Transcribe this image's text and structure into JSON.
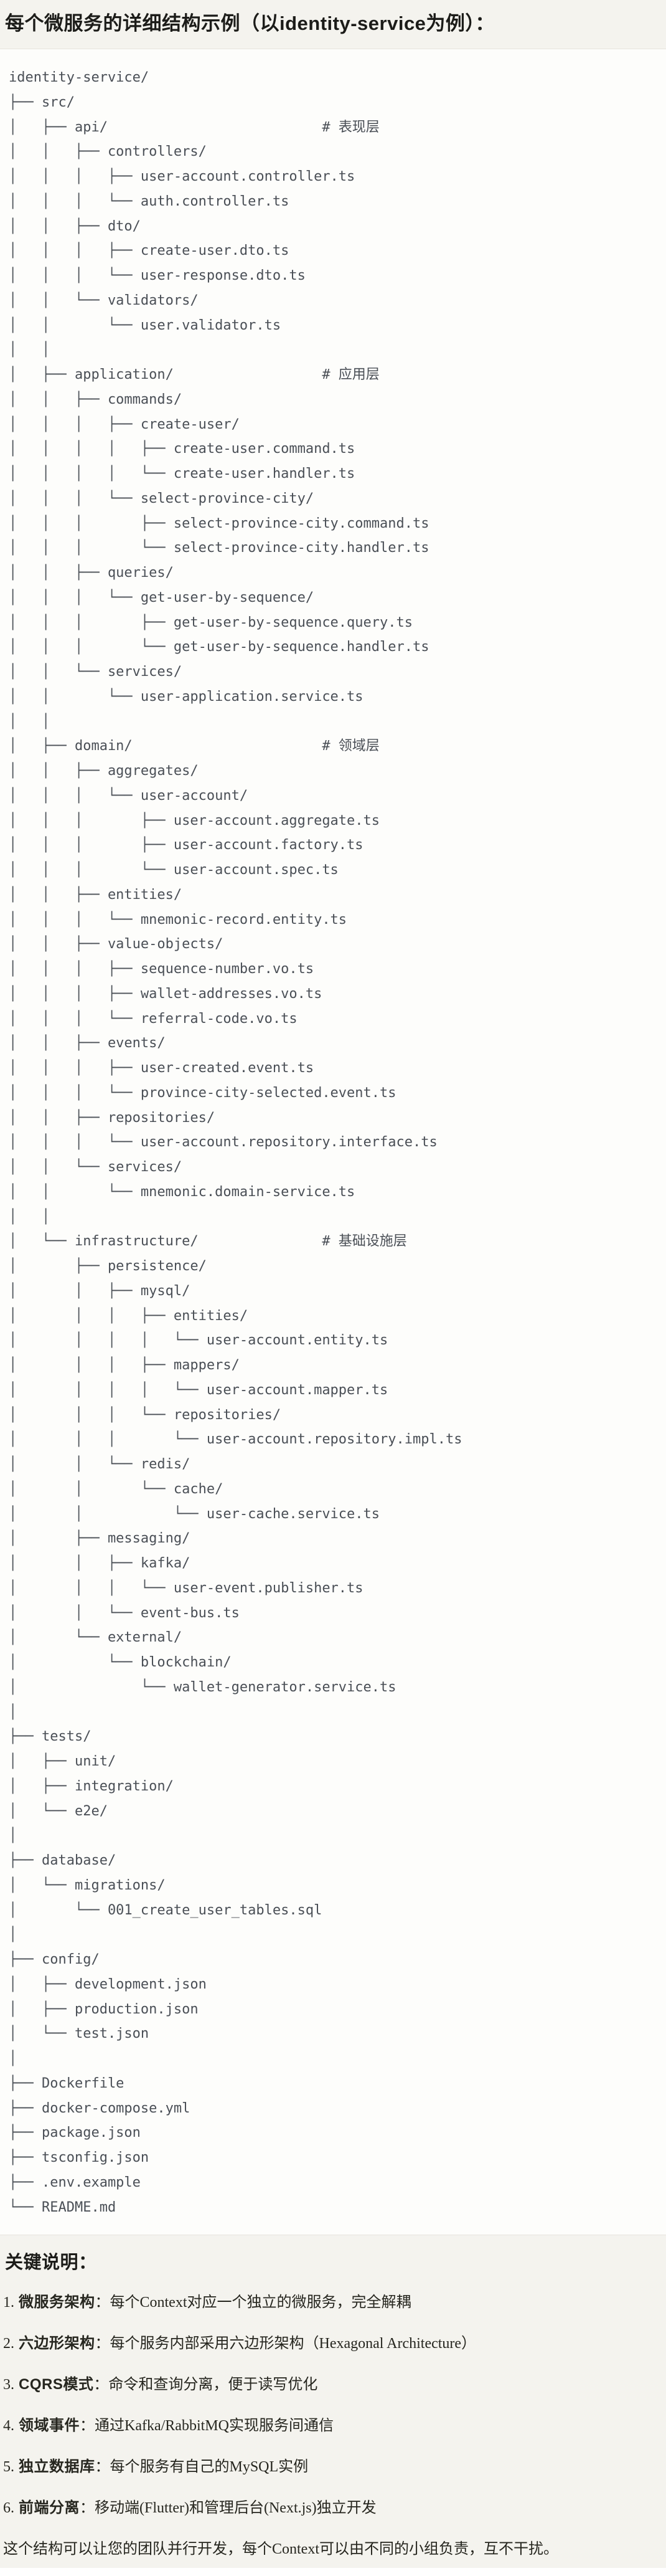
{
  "page": {
    "title": "每个微服务的详细结构示例（以identity-service为例）：",
    "background_color": "#f4f3ee"
  },
  "code_block": {
    "background_color": "#fdfdfb",
    "border_color": "#e6e4dd",
    "text_color": "#4a4f56",
    "language": "plaintext-tree",
    "lines": [
      "identity-service/",
      "├── src/",
      "│   ├── api/                          # 表现层",
      "│   │   ├── controllers/",
      "│   │   │   ├── user-account.controller.ts",
      "│   │   │   └── auth.controller.ts",
      "│   │   ├── dto/",
      "│   │   │   ├── create-user.dto.ts",
      "│   │   │   └── user-response.dto.ts",
      "│   │   └── validators/",
      "│   │       └── user.validator.ts",
      "│   │",
      "│   ├── application/                  # 应用层",
      "│   │   ├── commands/",
      "│   │   │   ├── create-user/",
      "│   │   │   │   ├── create-user.command.ts",
      "│   │   │   │   └── create-user.handler.ts",
      "│   │   │   └── select-province-city/",
      "│   │   │       ├── select-province-city.command.ts",
      "│   │   │       └── select-province-city.handler.ts",
      "│   │   ├── queries/",
      "│   │   │   └── get-user-by-sequence/",
      "│   │   │       ├── get-user-by-sequence.query.ts",
      "│   │   │       └── get-user-by-sequence.handler.ts",
      "│   │   └── services/",
      "│   │       └── user-application.service.ts",
      "│   │",
      "│   ├── domain/                       # 领域层",
      "│   │   ├── aggregates/",
      "│   │   │   └── user-account/",
      "│   │   │       ├── user-account.aggregate.ts",
      "│   │   │       ├── user-account.factory.ts",
      "│   │   │       └── user-account.spec.ts",
      "│   │   ├── entities/",
      "│   │   │   └── mnemonic-record.entity.ts",
      "│   │   ├── value-objects/",
      "│   │   │   ├── sequence-number.vo.ts",
      "│   │   │   ├── wallet-addresses.vo.ts",
      "│   │   │   └── referral-code.vo.ts",
      "│   │   ├── events/",
      "│   │   │   ├── user-created.event.ts",
      "│   │   │   └── province-city-selected.event.ts",
      "│   │   ├── repositories/",
      "│   │   │   └── user-account.repository.interface.ts",
      "│   │   └── services/",
      "│   │       └── mnemonic.domain-service.ts",
      "│   │",
      "│   └── infrastructure/               # 基础设施层",
      "│       ├── persistence/",
      "│       │   ├── mysql/",
      "│       │   │   ├── entities/",
      "│       │   │   │   └── user-account.entity.ts",
      "│       │   │   ├── mappers/",
      "│       │   │   │   └── user-account.mapper.ts",
      "│       │   │   └── repositories/",
      "│       │   │       └── user-account.repository.impl.ts",
      "│       │   └── redis/",
      "│       │       └── cache/",
      "│       │           └── user-cache.service.ts",
      "│       ├── messaging/",
      "│       │   ├── kafka/",
      "│       │   │   └── user-event.publisher.ts",
      "│       │   └── event-bus.ts",
      "│       └── external/",
      "│           └── blockchain/",
      "│               └── wallet-generator.service.ts",
      "│",
      "├── tests/",
      "│   ├── unit/",
      "│   ├── integration/",
      "│   └── e2e/",
      "│",
      "├── database/",
      "│   └── migrations/",
      "│       └── 001_create_user_tables.sql",
      "│",
      "├── config/",
      "│   ├── development.json",
      "│   ├── production.json",
      "│   └── test.json",
      "│",
      "├── Dockerfile",
      "├── docker-compose.yml",
      "├── package.json",
      "├── tsconfig.json",
      "├── .env.example",
      "└── README.md"
    ]
  },
  "notes": {
    "heading": "关键说明：",
    "items": [
      {
        "num": "1.",
        "label": "微服务架构",
        "colon": "：",
        "text": "每个Context对应一个独立的微服务，完全解耦"
      },
      {
        "num": "2.",
        "label": "六边形架构",
        "colon": "：",
        "text": "每个服务内部采用六边形架构（Hexagonal Architecture）"
      },
      {
        "num": "3.",
        "label": "CQRS模式",
        "colon": "：",
        "text": "命令和查询分离，便于读写优化"
      },
      {
        "num": "4.",
        "label": "领域事件",
        "colon": "：",
        "text": "通过Kafka/RabbitMQ实现服务间通信"
      },
      {
        "num": "5.",
        "label": "独立数据库",
        "colon": "：",
        "text": "每个服务有自己的MySQL实例"
      },
      {
        "num": "6.",
        "label": "前端分离",
        "colon": "：",
        "text": "移动端(Flutter)和管理后台(Next.js)独立开发"
      }
    ],
    "closing": "这个结构可以让您的团队并行开发，每个Context可以由不同的小组负责，互不干扰。"
  }
}
